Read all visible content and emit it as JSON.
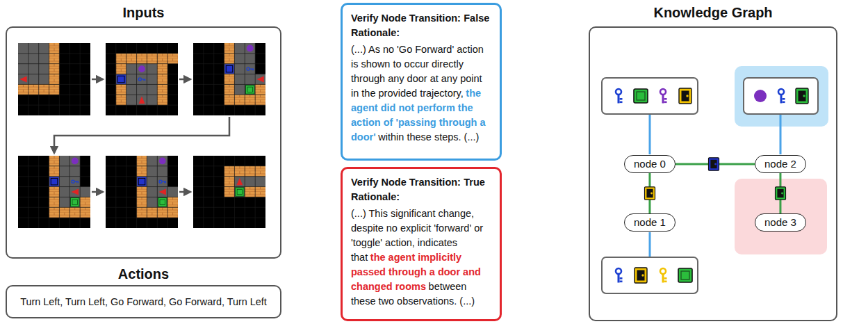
{
  "diagram": {
    "nodes": [
      {
        "text": [
          "Inputs"
        ]
      },
      {
        "text": [
          "Actions",
          "Turn Left, Turn Left, Go Forward, Go Forward, Turn Left"
        ]
      },
      {
        "text": [
          "Verify Node Transition:",
          "False",
          "Rationale:",
          "(...) As no 'Go Forward' action is shown to occur directly through any door at any point in the provided trajectory,",
          "the agent did not perform the action of 'passing through a door'",
          "within these steps. (...)"
        ]
      },
      {
        "text": [
          "Verify Node Transition:",
          "True",
          "Rationale:",
          "(...) This significant change, despite no explicit 'forward' or 'toggle' action, indicates that",
          "the agent implicitly passed through a door and changed rooms",
          "between these two observations. (...)"
        ]
      },
      {
        "text": [
          "Knowledge Graph"
        ]
      },
      {
        "text": [
          "node 0"
        ],
        "in": 4
      },
      {
        "text": [
          "node 2"
        ],
        "in": 4
      },
      {
        "text": [
          "node 1"
        ],
        "in": 4
      },
      {
        "text": [
          "node 3"
        ],
        "in": 4
      }
    ],
    "edges": [
      {
        "from": 5,
        "to": 6,
        "arrow": "none"
      },
      {
        "from": 5,
        "to": 7,
        "arrow": "none"
      },
      {
        "from": 6,
        "to": 8,
        "arrow": "none"
      }
    ]
  }
}
